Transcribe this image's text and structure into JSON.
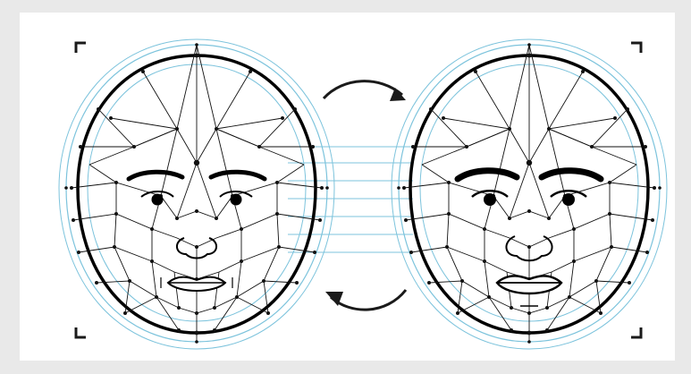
{
  "figure": {
    "subject": "face-mapping-comparison",
    "faces": [
      {
        "id": "left-face",
        "variant": "original"
      },
      {
        "id": "right-face",
        "variant": "transformed"
      }
    ],
    "arrows": [
      {
        "id": "arrow-top",
        "direction": "left-to-right"
      },
      {
        "id": "arrow-bottom",
        "direction": "right-to-left"
      }
    ],
    "colors": {
      "background": "#e9e9e9",
      "canvas": "#ffffff",
      "mesh": "#111111",
      "guide": "#7cc3dc",
      "outline": "#000000"
    }
  }
}
